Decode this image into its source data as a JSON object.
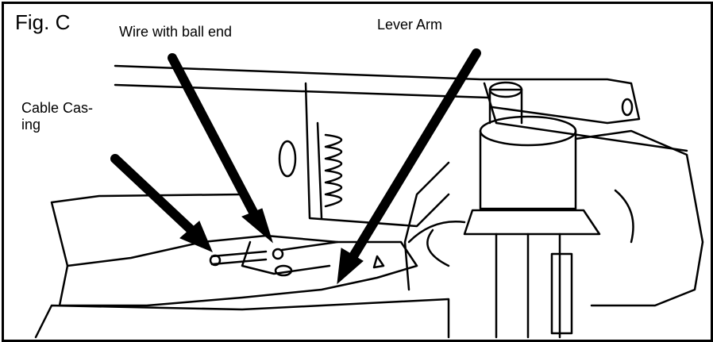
{
  "figure": {
    "label": "Fig. C",
    "callouts": {
      "wire": "Wire with ball end",
      "lever": "Lever Arm",
      "casing": "Cable Cas-\ning"
    }
  },
  "colors": {
    "ink": "#000000",
    "paper": "#ffffff"
  },
  "icons": [
    "arrow-icon"
  ]
}
